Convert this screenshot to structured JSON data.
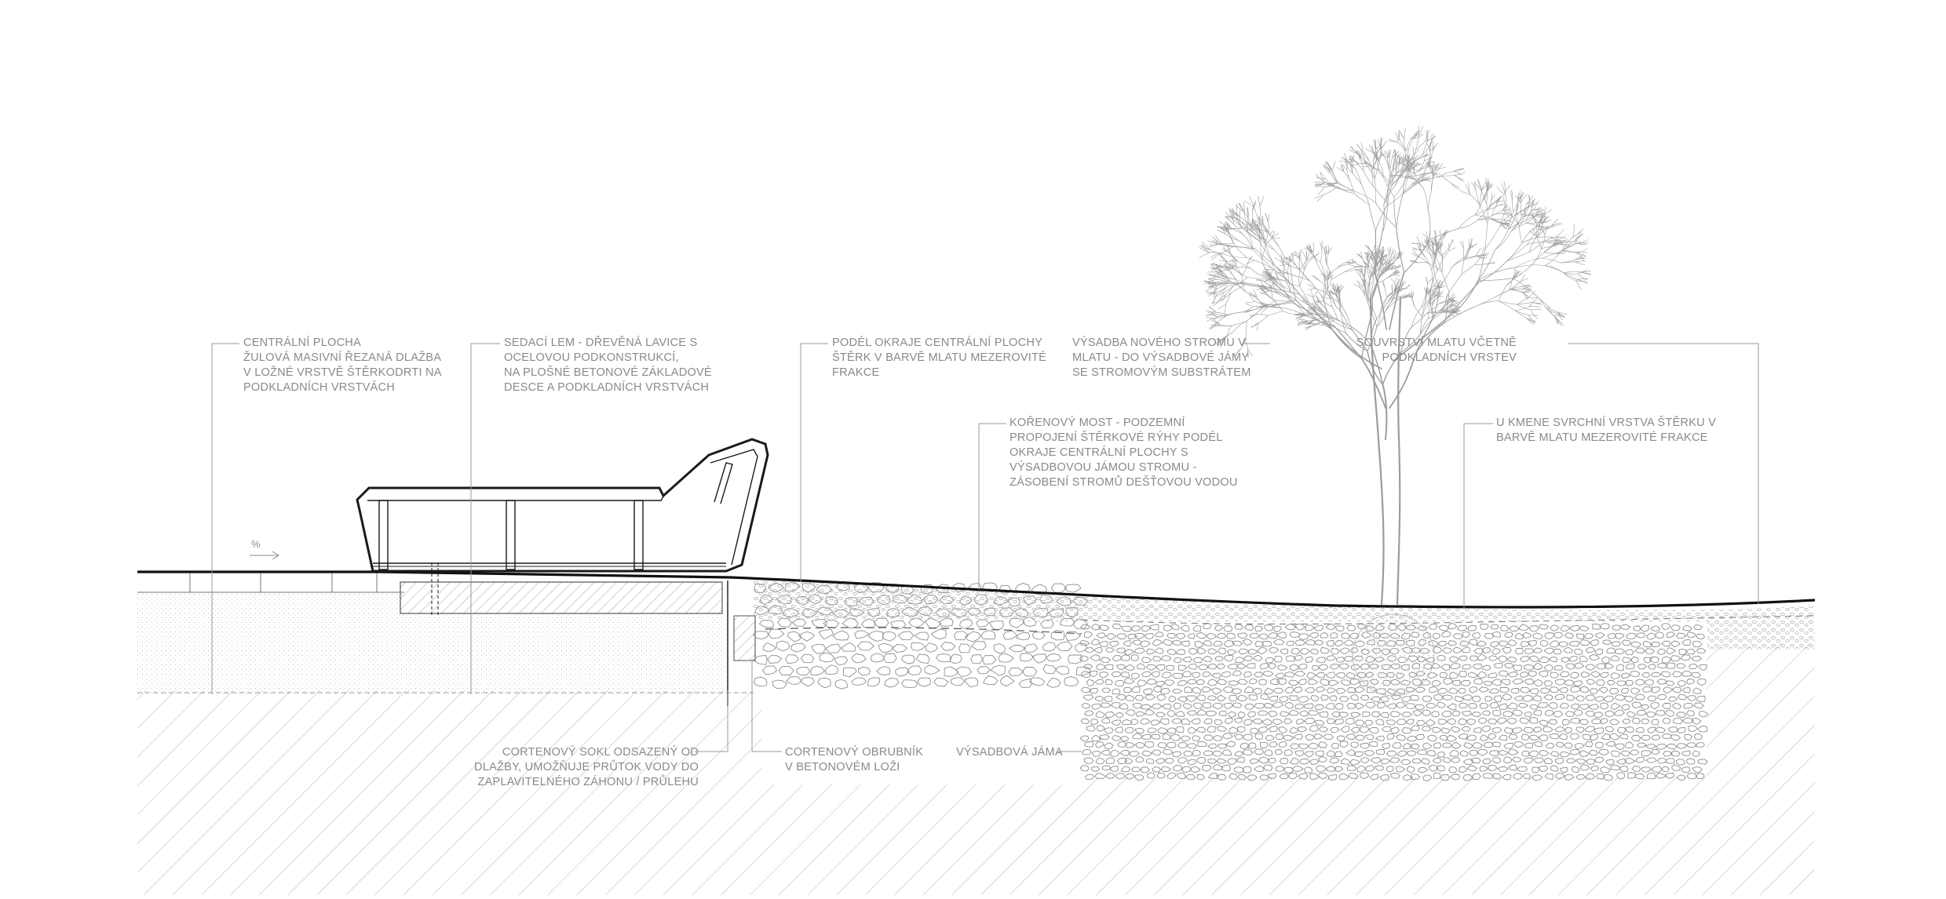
{
  "annotations": {
    "central_area": [
      "CENTRÁLNÍ PLOCHA",
      "ŽULOVÁ MASIVNÍ ŘEZANÁ DLAŽBA",
      "V LOŽNÉ VRSTVĚ ŠTĚRKODRTI NA",
      "PODKLADNÍCH VRSTVÁCH"
    ],
    "seating_edge": [
      "SEDACÍ LEM - DŘEVĚNÁ LAVICE S",
      "OCELOVOU PODKONSTRUKCÍ,",
      "NA PLOŠNÉ BETONOVÉ ZÁKLADOVÉ",
      "DESCE A PODKLADNÍCH VRSTVÁCH"
    ],
    "edge_gravel": [
      "PODÉL OKRAJE CENTRÁLNÍ PLOCHY",
      "ŠTĚRK V BARVĚ MLATU MEZEROVITÉ",
      "FRAKCE"
    ],
    "tree_planting": [
      "VÝSADBA NOVÉHO STROMU V",
      "MLATU - DO VÝSADBOVÉ JÁMY",
      "SE STROMOVÝM SUBSTRÁTEM"
    ],
    "layer_composition": [
      "SOUVRSTVÍ MLATU VČETNĚ",
      "PODKLADNÍCH VRSTEV"
    ],
    "root_bridge": [
      "KOŘENOVÝ MOST - PODZEMNÍ",
      "PROPOJENÍ ŠTĚRKOVÉ RÝHY PODÉL",
      "OKRAJE CENTRÁLNÍ PLOCHY S",
      "VÝSADBOVOU JÁMOU STROMU -",
      "ZÁSOBENÍ STROMŮ DEŠŤOVOU VODOU"
    ],
    "trunk_gravel": [
      "U KMENE SVRCHNÍ VRSTVA ŠTĚRKU V",
      "BARVĚ MLATU MEZEROVITÉ FRAKCE"
    ],
    "corten_plinth": [
      "CORTENOVÝ SOKL ODSAZENÝ OD",
      "DLAŽBY, UMOŽŇUJE PRŮTOK VODY DO",
      "ZAPLAVITELNÉHO ZÁHONU / PRŮLEHU"
    ],
    "corten_curb": [
      "CORTENOVÝ OBRUBNÍK",
      "V BETONOVÉM LOŽI"
    ],
    "planting_pit": [
      "VÝSADBOVÁ JÁMA"
    ]
  },
  "slope_label": "%",
  "colors": {
    "ink": "#1a1a1a",
    "annotation": "#8a8a8a",
    "leader": "#9a9a9a",
    "hatch": "#b8b8b8",
    "gravel": "#8f8f8f",
    "tree": "#9c9c9c"
  }
}
